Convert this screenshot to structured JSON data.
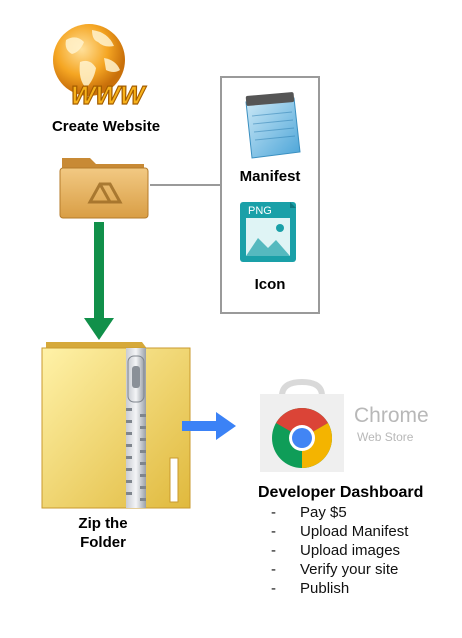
{
  "website": {
    "label": "Create Website",
    "globe_text": "WWW",
    "icon": "globe-www-icon"
  },
  "folder": {
    "icon": "drive-folder-icon"
  },
  "files": {
    "manifest": {
      "label": "Manifest",
      "icon": "notepad-icon"
    },
    "icon": {
      "label": "Icon",
      "badge": "PNG",
      "icon": "png-image-icon"
    }
  },
  "zip": {
    "label_line1": "Zip the",
    "label_line2": "Folder",
    "icon": "zip-folder-icon"
  },
  "store": {
    "name_line1": "Chrome",
    "name_line2": "Web Store",
    "icon": "chrome-web-store-icon"
  },
  "dashboard": {
    "title": "Developer Dashboard",
    "steps": [
      "Pay $5",
      "Upload Manifest",
      "Upload images",
      "Verify your site",
      "Publish"
    ]
  },
  "colors": {
    "down_arrow": "#11904a",
    "right_arrow": "#3b82f6",
    "globe": "#f39c12",
    "folder": "#e8b866",
    "chrome_red": "#db4437",
    "chrome_green": "#0f9d58",
    "chrome_yellow": "#f4b400",
    "chrome_blue": "#4285f4"
  }
}
